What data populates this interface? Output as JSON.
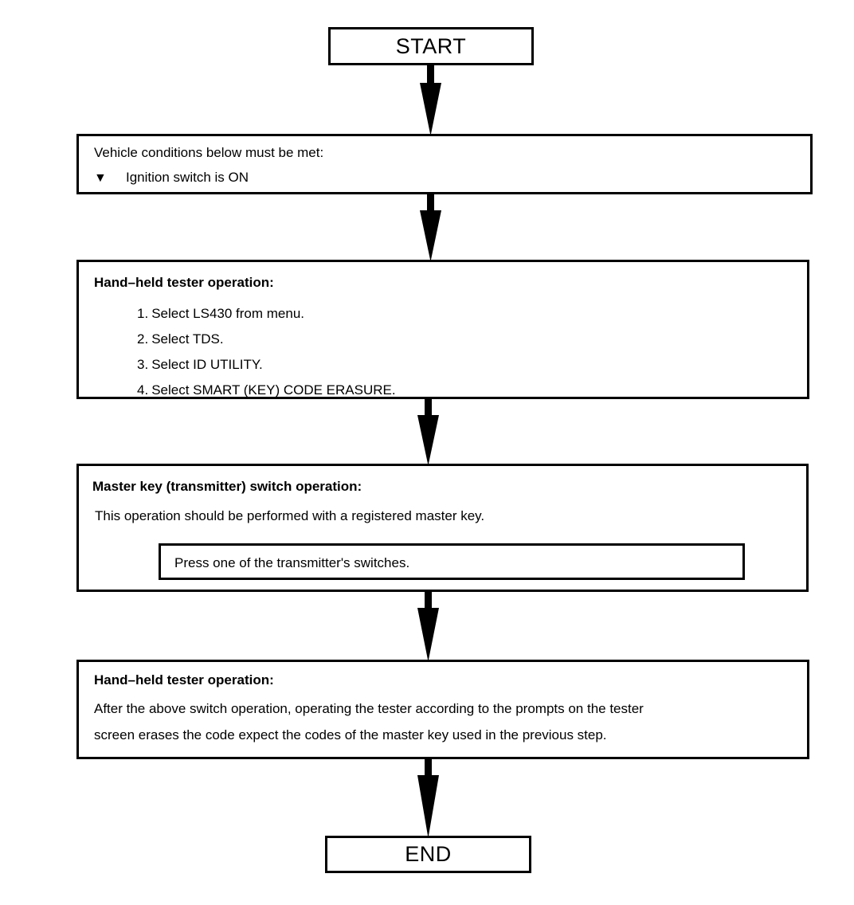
{
  "diagram": {
    "title": "Smart key code erasure procedure flowchart",
    "colors": {
      "line": "#000000",
      "background": "#ffffff",
      "text": "#000000"
    },
    "start_label": "START",
    "end_label": "END"
  },
  "nodes": {
    "conditions": {
      "title": "Vehicle conditions below must be met:",
      "bullet_glyph": "▼",
      "items": [
        "Ignition switch is ON"
      ]
    },
    "tester_operation_1": {
      "heading": "Hand–held tester operation:",
      "steps": [
        {
          "num": "1.",
          "text": "Select LS430 from menu."
        },
        {
          "num": "2.",
          "text": "Select TDS."
        },
        {
          "num": "3.",
          "text": "Select ID UTILITY."
        },
        {
          "num": "4.",
          "text": "Select SMART (KEY) CODE ERASURE."
        }
      ]
    },
    "master_key_operation": {
      "heading": "Master key (transmitter) switch operation:",
      "note": "This operation should be performed with a registered master key.",
      "inner_box_text": "Press one of the transmitter's switches."
    },
    "tester_operation_2": {
      "heading": "Hand–held tester operation:",
      "line1": "After the above switch operation, operating the tester according to the prompts on the tester",
      "line2": "screen erases the code expect the codes of the master key used in the previous step."
    }
  },
  "connectors": [
    {
      "name": "start-to-conditions",
      "from": "start",
      "to": "conditions"
    },
    {
      "name": "conditions-to-tester1",
      "from": "conditions",
      "to": "tester_operation_1"
    },
    {
      "name": "tester1-to-masterkey",
      "from": "tester_operation_1",
      "to": "master_key_operation"
    },
    {
      "name": "masterkey-to-tester2",
      "from": "master_key_operation",
      "to": "tester_operation_2"
    },
    {
      "name": "tester2-to-end",
      "from": "tester_operation_2",
      "to": "end"
    }
  ]
}
